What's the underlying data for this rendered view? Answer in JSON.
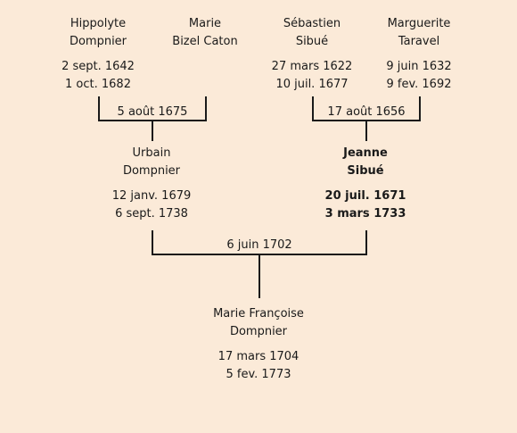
{
  "people": {
    "hippolyte": {
      "first": "Hippolyte",
      "last": "Dompnier",
      "birth": "2 sept. 1642",
      "death": "1 oct. 1682"
    },
    "marie_bizel": {
      "first": "Marie",
      "last": "Bizel Caton",
      "birth": "",
      "death": ""
    },
    "sebastien": {
      "first": "Sébastien",
      "last": "Sibué",
      "birth": "27 mars 1622",
      "death": "10 juil. 1677"
    },
    "marguerite": {
      "first": "Marguerite",
      "last": "Taravel",
      "birth": "9 juin 1632",
      "death": "9 fev. 1692"
    },
    "urbain": {
      "first": "Urbain",
      "last": "Dompnier",
      "birth": "12 janv. 1679",
      "death": "6 sept. 1738"
    },
    "jeanne": {
      "first": "Jeanne",
      "last": "Sibué",
      "birth": "20 juil. 1671",
      "death": "3 mars 1733"
    },
    "marie_francoise": {
      "first": "Marie Françoise",
      "last": "Dompnier",
      "birth": "17 mars 1704",
      "death": "5 fev. 1773"
    }
  },
  "marriages": {
    "hippolyte_marie": "5 août 1675",
    "sebastien_marguerite": "17 août 1656",
    "urbain_jeanne": "6 juin 1702"
  }
}
